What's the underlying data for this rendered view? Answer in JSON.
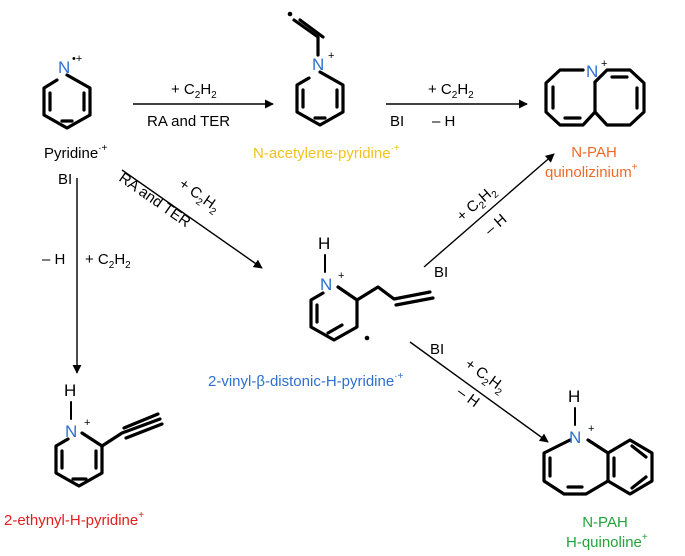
{
  "colors": {
    "nitrogen": "#2e6fd1",
    "n_acetylene_pyridine": "#f2c21b",
    "quinolizinium": "#ef6a2a",
    "vinyl_distonic": "#2e6fd1",
    "ethynyl": "#e0201c",
    "quinoline": "#22a33a"
  },
  "atoms": {
    "N": "N",
    "H": "H",
    "charge": "+",
    "radical_cation": "•+"
  },
  "molecules": {
    "pyridine": {
      "name": "Pyridine",
      "charge": "·+"
    },
    "n_acetylene_pyridine": {
      "name": "N-acetylene-pyridine",
      "charge": "·+"
    },
    "quinolizinium": {
      "line1": "N-PAH",
      "name": "quinolizinium",
      "charge": "+"
    },
    "vinyl_distonic": {
      "name": "2-vinyl-β-distonic-H-pyridine",
      "charge": "·+"
    },
    "ethynyl": {
      "name": "2-ethynyl-H-pyridine",
      "charge": "+"
    },
    "quinoline": {
      "line1": "N-PAH",
      "name": "H-quinoline",
      "charge": "+"
    }
  },
  "conditions": {
    "add_c2h2_prefix": "+ C",
    "sub2": "2",
    "h": "H",
    "ra_ter": "RA and TER",
    "bi": "BI",
    "minus_h": "– H"
  }
}
